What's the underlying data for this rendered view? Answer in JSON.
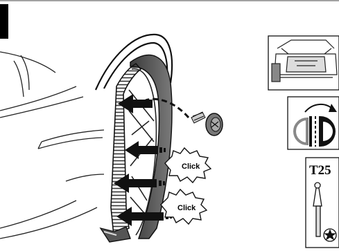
{
  "illustration": {
    "subject": "wheel-arch-liner-installation",
    "callouts": [
      {
        "id": "click-upper",
        "text": "Click"
      },
      {
        "id": "click-lower",
        "text": "Click"
      }
    ]
  },
  "side_panels": [
    {
      "id": "vehicle-rear-view",
      "icon": "car-trunk-open-icon"
    },
    {
      "id": "rotation-indicator",
      "icon": "rotate-clockwise-icon"
    },
    {
      "id": "tool",
      "label": "T25",
      "icon": "torx-screwdriver-icon"
    }
  ]
}
